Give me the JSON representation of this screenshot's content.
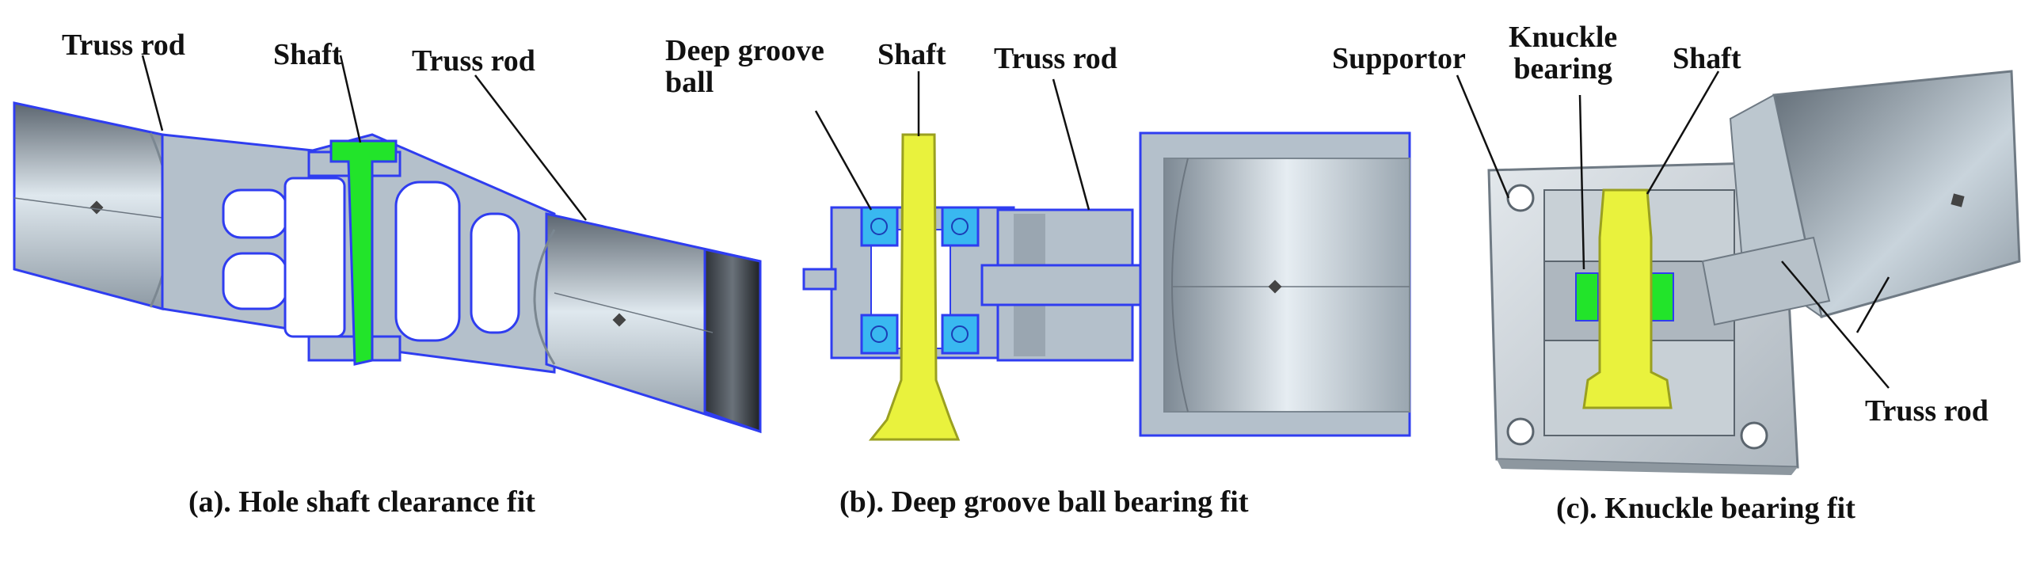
{
  "panels": [
    {
      "caption": "(a). Hole shaft clearance fit",
      "labels": {
        "truss_rod_left": "Truss rod",
        "shaft": "Shaft",
        "truss_rod_right": "Truss rod"
      }
    },
    {
      "caption": "(b). Deep groove ball bearing fit",
      "labels": {
        "deep_groove_line1": "Deep groove",
        "deep_groove_line2": "ball",
        "shaft": "Shaft",
        "truss_rod": "Truss rod"
      }
    },
    {
      "caption": "(c). Knuckle bearing fit",
      "labels": {
        "supportor": "Supportor",
        "knuckle_line1": "Knuckle",
        "knuckle_line2": "bearing",
        "shaft": "Shaft",
        "truss_rod": "Truss rod"
      }
    }
  ],
  "colors": {
    "shaft_green": "#22e42a",
    "shaft_yellow": "#e9f23d",
    "outline_blue": "#2f3df0",
    "bearing_cyan": "#39b8f0",
    "part_gray": "#b4c0cb"
  }
}
